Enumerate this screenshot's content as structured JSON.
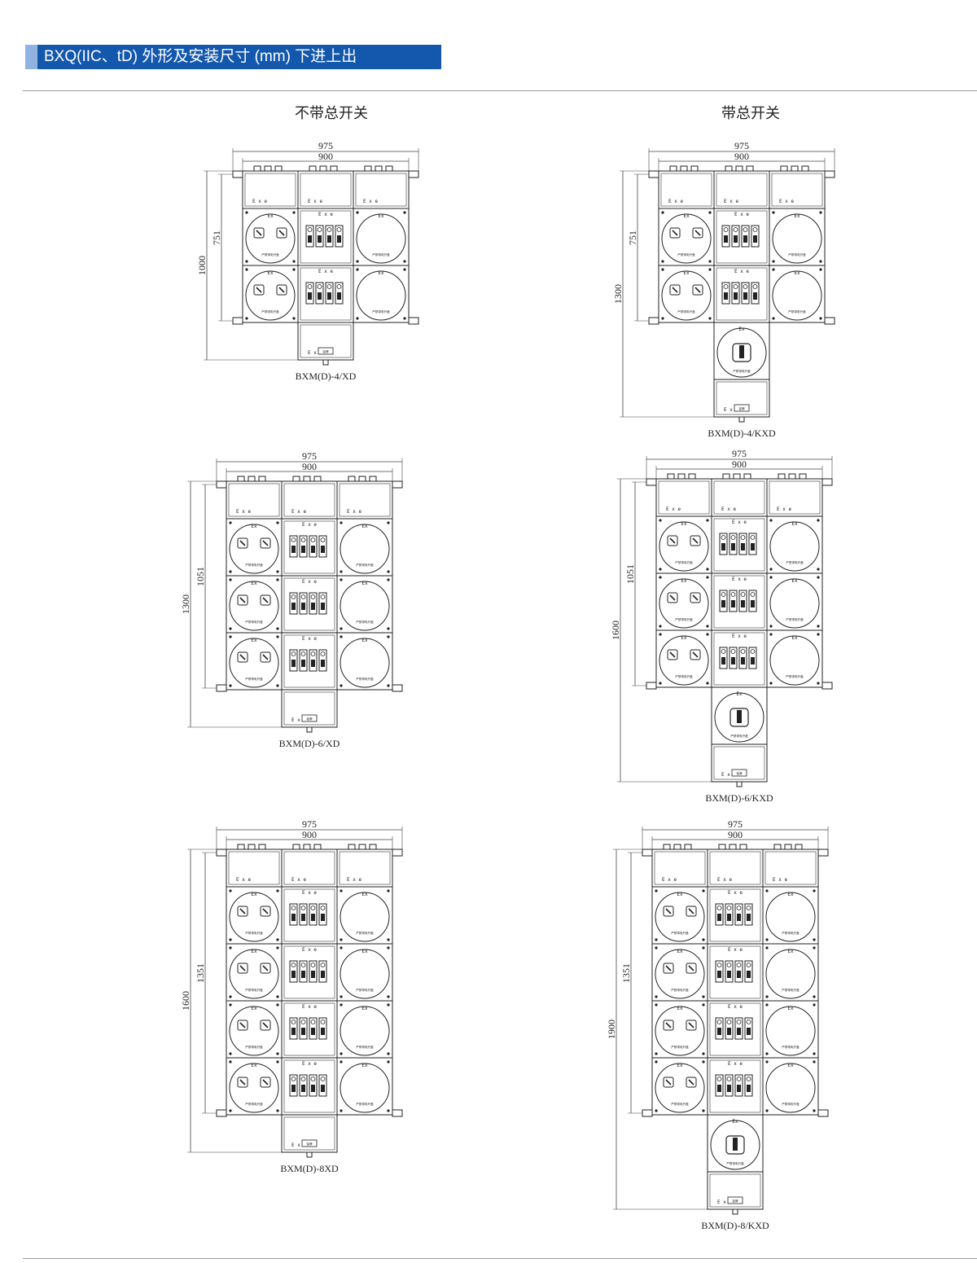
{
  "header": {
    "title": "BXQ(IIC、tD) 外形及安装尺寸 (mm) 下进上出",
    "colors": {
      "bar": "#1458ad",
      "accent": "#8fb4e3"
    }
  },
  "columns": {
    "left_heading": "不带总开关",
    "right_heading": "带总开关"
  },
  "panel_text": {
    "exe": "E x e",
    "ex": "Ex",
    "plate": "铭牌",
    "sublabel": "严禁带电开盖"
  },
  "drawings": [
    {
      "id": "bxm-d-4-xd",
      "model": "BXM(D)-4/XD",
      "rows": 2,
      "main_switch": false,
      "width_outer": "975",
      "width_inner": "900",
      "height_outer": "1000",
      "height_inner": "751"
    },
    {
      "id": "bxm-d-4-kxd",
      "model": "BXM(D)-4/KXD",
      "rows": 2,
      "main_switch": true,
      "width_outer": "975",
      "width_inner": "900",
      "height_outer": "1300",
      "height_inner": "751"
    },
    {
      "id": "bxm-d-6-xd",
      "model": "BXM(D)-6/XD",
      "rows": 3,
      "main_switch": false,
      "width_outer": "975",
      "width_inner": "900",
      "height_outer": "1300",
      "height_inner": "1051"
    },
    {
      "id": "bxm-d-6-kxd",
      "model": "BXM(D)-6/KXD",
      "rows": 3,
      "main_switch": true,
      "width_outer": "975",
      "width_inner": "900",
      "height_outer": "1600",
      "height_inner": "1051"
    },
    {
      "id": "bxm-d-8xd",
      "model": "BXM(D)-8XD",
      "rows": 4,
      "main_switch": false,
      "width_outer": "975",
      "width_inner": "900",
      "height_outer": "1600",
      "height_inner": "1351"
    },
    {
      "id": "bxm-d-8-kxd",
      "model": "BXM(D)-8/KXD",
      "rows": 4,
      "main_switch": true,
      "width_outer": "975",
      "width_inner": "900",
      "height_outer": "1900",
      "height_inner": "1351"
    }
  ]
}
